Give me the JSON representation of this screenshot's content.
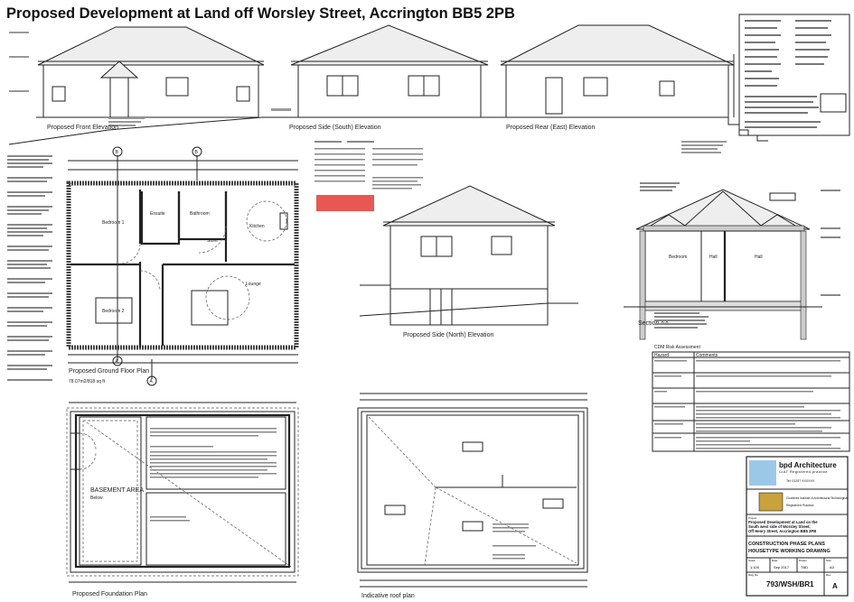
{
  "title": "Proposed Development at Land off Worsley Street, Accrington BB5 2PB",
  "drawings": {
    "front_elevation": "Proposed Front Elevation",
    "side_south_elevation": "Proposed Side (South) Elevation",
    "rear_east_elevation": "Proposed Rear (East) Elevation",
    "side_north_elevation": "Proposed Side (North) Elevation",
    "section": "Section AA",
    "ground_floor_plan": "Proposed Ground Floor Plan",
    "ground_floor_area": "78.07m2/818 sq ft",
    "foundation_plan": "Proposed Foundation Plan",
    "roof_plan": "Indicative roof plan"
  },
  "rooms": {
    "bedroom1": "Bedroom 1",
    "ensuite": "Ensuite",
    "bathroom": "Bathroom",
    "kitchen": "Kitchen",
    "store": "Store",
    "lounge": "Lounge",
    "bedroom2": "Bedroom 2"
  },
  "section_rooms": [
    "Bedroom",
    "Hall",
    "Hall"
  ],
  "foundation": {
    "basement_area": "BASEMENT AREA",
    "basement_sub": "Below"
  },
  "grid_markers": [
    "B",
    "B",
    "A",
    "A"
  ],
  "cdm": {
    "title": "CDM Risk Assessment",
    "headers": [
      "Hazard",
      "Comments"
    ]
  },
  "title_block": {
    "practice": "bpd Architecture",
    "practice_sub": "CIAT Registered practice",
    "phone": "Tel: 01257 XXXXXX",
    "institute": "Chartered Institute of Architectural Technologists",
    "institute_sub": "Registered Practice",
    "project_label": "Project",
    "project": [
      "Proposed Development at Land on the",
      "South west side of Worsley Street,",
      "Off Henry Street, Accrington BB5 2PB"
    ],
    "drawing_title": [
      "CONSTRUCTION PHASE PLANS",
      "HOUSETYPE WORKING DRAWING"
    ],
    "scale_label": "Scale",
    "scale": "1:100",
    "date_label": "Date",
    "date": "Sep 2017",
    "drawn_label": "Drawn",
    "drawn": "TBD",
    "size_label": "Size",
    "size": "A3",
    "dwg_label": "Dwg No",
    "dwg_no": "793/WSH/BR1",
    "rev_label": "Rev",
    "rev": "A"
  },
  "colors": {
    "line": "#222222",
    "warning_box": "#e53935",
    "logo_blue": "#9cc8e8",
    "crest_gold": "#c8a23a"
  }
}
